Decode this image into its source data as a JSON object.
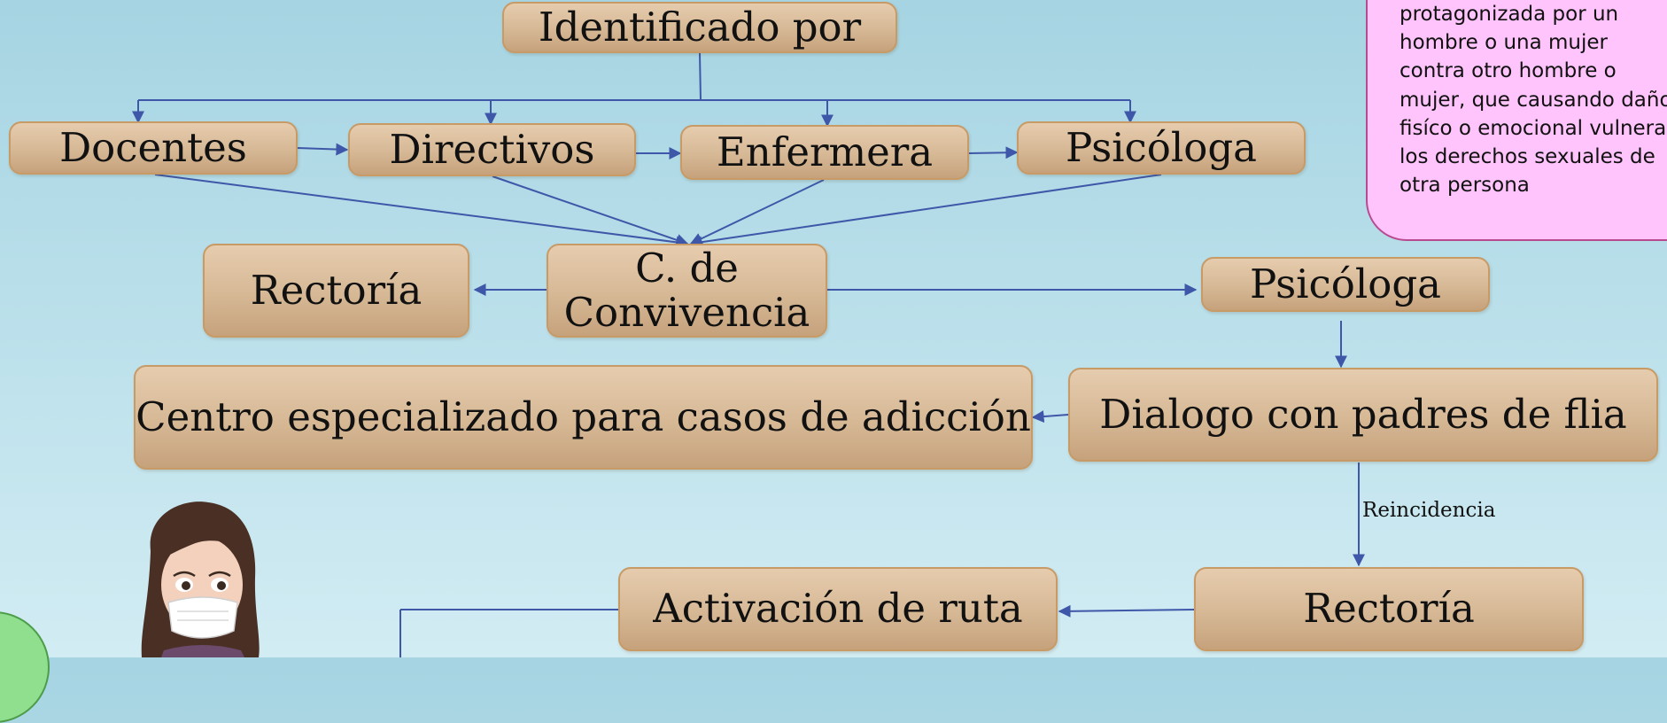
{
  "nodes": {
    "identificado": "Identificado por",
    "docentes": "Docentes",
    "directivos": "Directivos",
    "enfermera": "Enfermera",
    "psicologa_top": "Psicóloga",
    "rectoria_left": "Rectoría",
    "convivencia": "C. de Convivencia",
    "psicologa_right": "Psicóloga",
    "centro": "Centro especializado para casos de adicción",
    "dialogo": "Dialogo con padres de flia",
    "activacion": "Activación de ruta",
    "rectoria_bottom": "Rectoría"
  },
  "edge_labels": {
    "reincidencia": "Reincidencia"
  },
  "note": {
    "text": "protagonizada por un hombre o una mujer contra otro hombre o mujer, que causando daño fisíco o emocional vulnera los derechos sexuales de otra persona"
  },
  "colors": {
    "background": "#b9dfea",
    "box_fill": "#d6b895",
    "box_border": "#c79a66",
    "arrow": "#3f57a8",
    "note_fill": "#ffc4fb",
    "note_border": "#b84a90",
    "circle": "#8fdf8e"
  },
  "icons": {
    "avatar": "woman-with-face-mask-avatar-icon"
  }
}
